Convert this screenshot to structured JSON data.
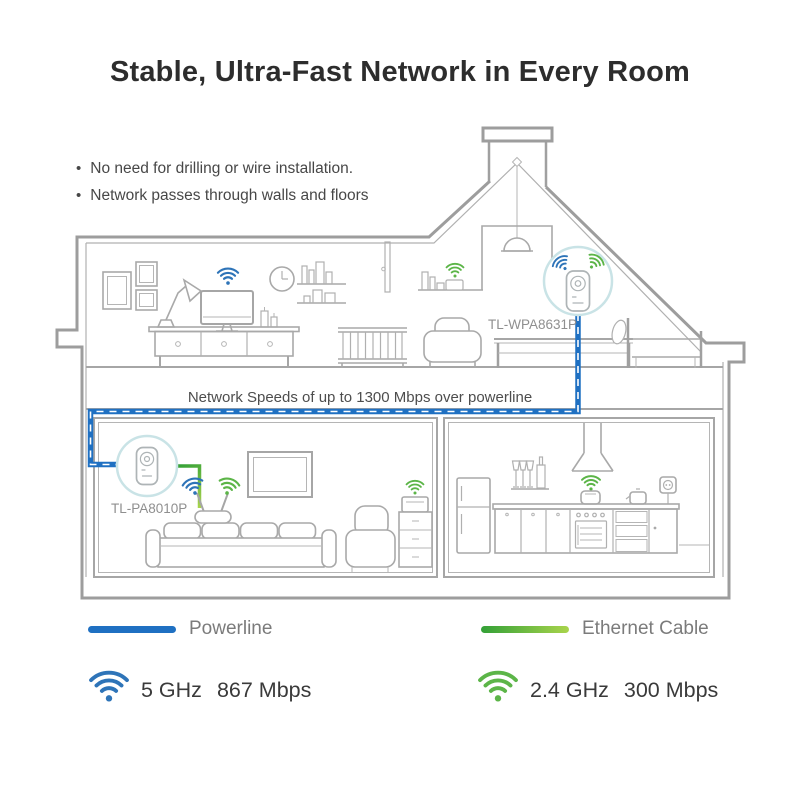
{
  "title": "Stable, Ultra-Fast Network in Every Room",
  "bullets": [
    "No need for drilling or wire installation.",
    "Network passes through walls and floors"
  ],
  "diagram": {
    "note": "Network Speeds of up to 1300 Mbps over powerline",
    "upper_device_label": "TL-WPA8631P",
    "lower_device_label": "TL-PA8010P"
  },
  "legend": {
    "powerline_label": "Powerline",
    "ethernet_label": "Ethernet Cable"
  },
  "specs": {
    "wifi5": {
      "band": "5 GHz",
      "speed": "867 Mbps"
    },
    "wifi24": {
      "band": "2.4 GHz",
      "speed": "300 Mbps"
    }
  },
  "colors": {
    "wifi_blue": "#2e74b8",
    "wifi_green": "#5cb548",
    "powerline_blue": "#1f70c2",
    "ethernet_green_dark": "#33a037",
    "ethernet_green_light": "#a9d44c",
    "device_ring": "#c9e3e6"
  }
}
